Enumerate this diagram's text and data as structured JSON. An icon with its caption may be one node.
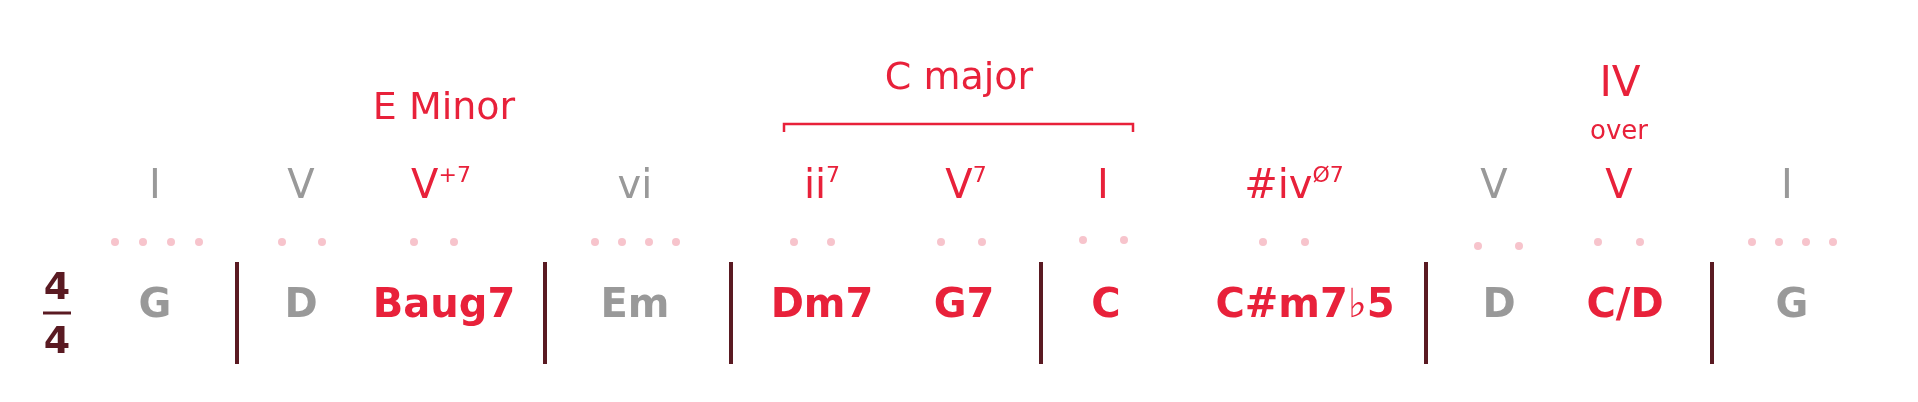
{
  "diagram": {
    "labels": [
      "C major",
      "IV",
      "E Minor",
      "over",
      "I",
      "V",
      "V$^{+7}$",
      "vi",
      "ii$^{7}$",
      "V$^{7}$",
      "I",
      "#iv$^{Ø7}$",
      "V",
      "V",
      "I",
      "4",
      "4",
      "G",
      "D",
      "Baug7",
      "Em",
      "Dm7",
      "G7",
      "C",
      "C#m7♭5",
      "D",
      "C/D",
      "G"
    ]
  }
}
